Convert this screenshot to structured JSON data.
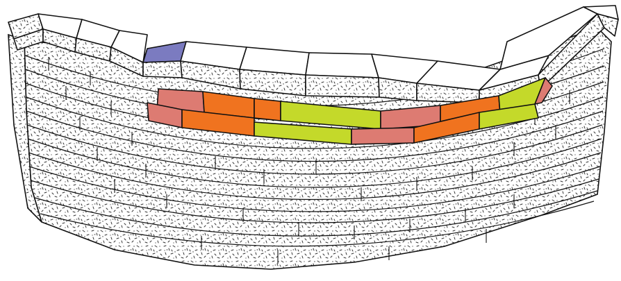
{
  "illustration": {
    "subject": "curved-brick-wall",
    "highlighted_bricks": [
      {
        "course": "top-cap",
        "index": 3,
        "color": "#7b7bc0"
      },
      {
        "course": "row-1",
        "index": 0,
        "color": "#dd7b72"
      },
      {
        "course": "row-1",
        "index": 1,
        "color": "#f0731f"
      },
      {
        "course": "row-1",
        "index": 2,
        "color": "#f0731f"
      },
      {
        "course": "row-1",
        "index": 3,
        "color": "#c4d92a"
      },
      {
        "course": "row-1",
        "index": 4,
        "color": "#dd7b72"
      },
      {
        "course": "row-1",
        "index": 5,
        "color": "#f0731f"
      },
      {
        "course": "row-1",
        "index": 6,
        "color": "#c4d92a"
      },
      {
        "course": "row-1",
        "index": 7,
        "color": "#dd7b72"
      },
      {
        "course": "row-2",
        "index": 0,
        "color": "#dd7b72"
      },
      {
        "course": "row-2",
        "index": 1,
        "color": "#f0731f"
      },
      {
        "course": "row-2",
        "index": 2,
        "color": "#c4d92a"
      },
      {
        "course": "row-2",
        "index": 3,
        "color": "#dd7b72"
      },
      {
        "course": "row-2",
        "index": 4,
        "color": "#f0731f"
      },
      {
        "course": "row-2",
        "index": 5,
        "color": "#c4d92a"
      }
    ],
    "colors": {
      "stone": "#ffffff",
      "outline": "#111111",
      "speckle": "#333333",
      "blue": "#7b7bc0",
      "salmon": "#dd7b72",
      "orange": "#f0731f",
      "lime": "#c4d92a"
    }
  }
}
